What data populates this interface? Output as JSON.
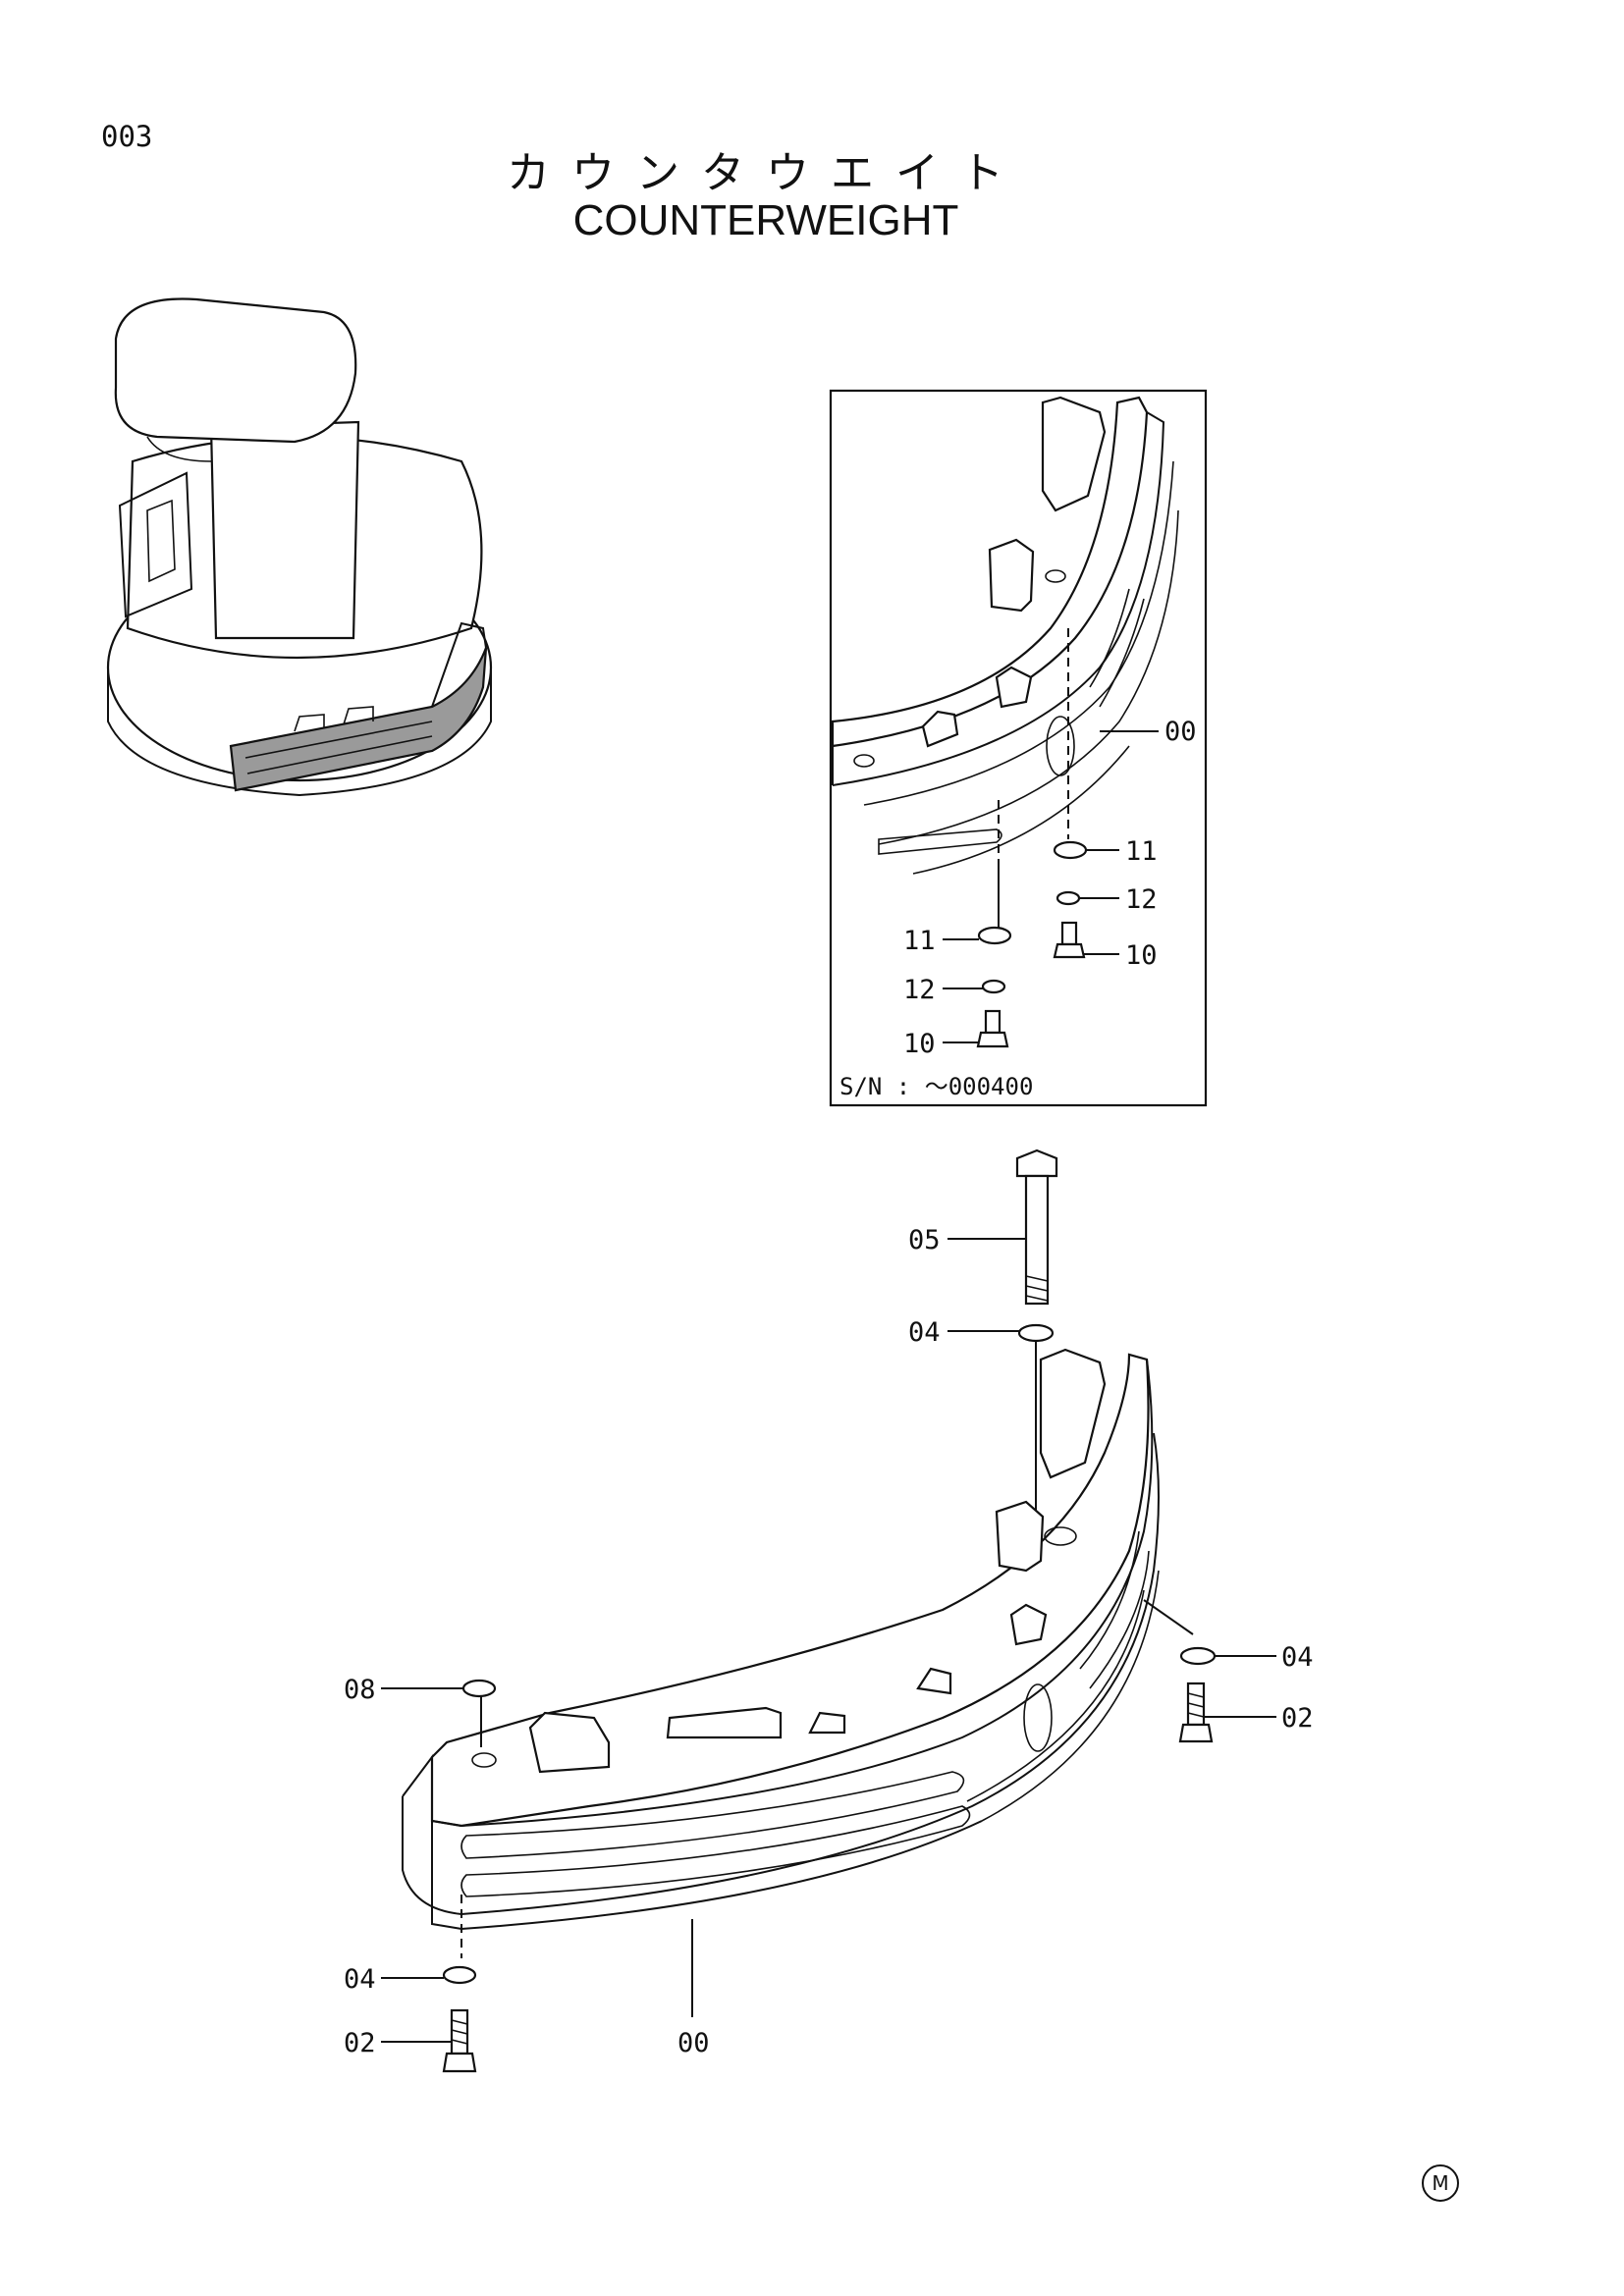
{
  "header": {
    "page_number": "003",
    "title_jp": "カウンタウエイト",
    "title_en": "COUNTERWEIGHT"
  },
  "inset": {
    "serial_note": "S/N : ～000400",
    "labels": {
      "main": "00",
      "washer_right": "11",
      "spring_washer_right": "12",
      "bolt_right": "10",
      "washer_left": "11",
      "spring_washer_left": "12",
      "bolt_left": "10"
    }
  },
  "main_diagram": {
    "labels": {
      "long_bolt": "05",
      "top_washer": "04",
      "right_washer": "04",
      "right_bolt": "02",
      "cap": "08",
      "left_washer": "04",
      "left_bolt": "02",
      "counterweight": "00"
    }
  },
  "footer": {
    "mark": "M"
  }
}
